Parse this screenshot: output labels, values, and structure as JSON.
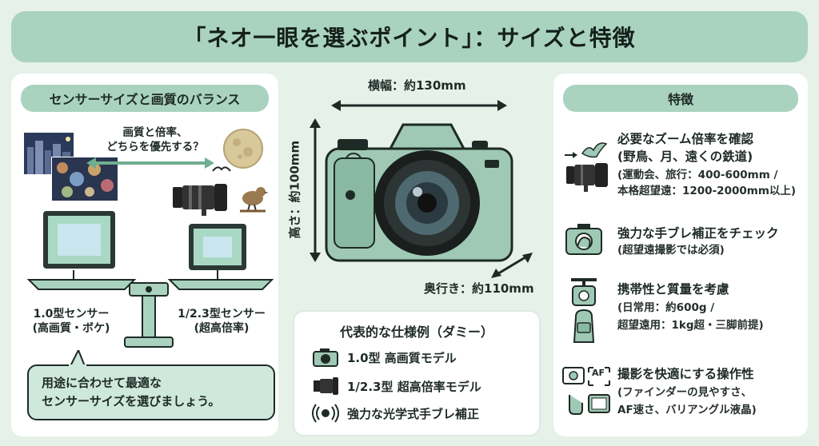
{
  "title": "「ネオ一眼を選ぶポイント」：サイズと特徴",
  "left_panel": {
    "heading": "センサーサイズと画質のバランス",
    "question_line1": "画質と倍率、",
    "question_line2": "どちらを優先する？",
    "sensor_large_label": "1.0型センサー",
    "sensor_large_sub": "(高画質・ボケ)",
    "sensor_small_label": "1/2.3型センサー",
    "sensor_small_sub": "(超高倍率)",
    "advice_line1": "用途に合わせて最適な",
    "advice_line2": "センサーサイズを選びましょう。"
  },
  "center": {
    "width_label": "横幅：約130mm",
    "height_label": "高さ：約100mm",
    "depth_label": "奥行き：約110mm",
    "spec_title": "代表的な仕様例（ダミー）",
    "specs": [
      {
        "icon": "camera-icon",
        "text": "1.0型 高画質モデル"
      },
      {
        "icon": "zoom-lens-icon",
        "text": "1/2.3型 超高倍率モデル"
      },
      {
        "icon": "stabilization-icon",
        "text": "強力な光学式手ブレ補正"
      }
    ]
  },
  "right_panel": {
    "heading": "特徴",
    "features": [
      {
        "icon": "bird-lens-icon",
        "title": "必要なズーム倍率を確認",
        "title2": "(野鳥、月、遠くの鉄道)",
        "sub1": "(運動会、旅行：400-600mm /",
        "sub2": "本格超望遠：1200-2000mm以上)"
      },
      {
        "icon": "shake-camera-icon",
        "title": "強力な手ブレ補正をチェック",
        "sub1": "(超望遠撮影では必須)"
      },
      {
        "icon": "scale-backpack-icon",
        "title": "携帯性と質量を考慮",
        "sub1": "(日常用：約600g /",
        "sub2": "超望遠用：1kg超・三脚前提)"
      },
      {
        "icon": "viewfinder-af-icon",
        "title": "撮影を快適にする操作性",
        "sub1": "(ファインダーの見やすさ、",
        "sub2": "AF速さ、バリアングル液晶)",
        "af_label": "AF"
      }
    ]
  },
  "colors": {
    "accent": "#a9d3bf",
    "camera_body": "#9fc9b4",
    "background": "#e6f1ea"
  }
}
